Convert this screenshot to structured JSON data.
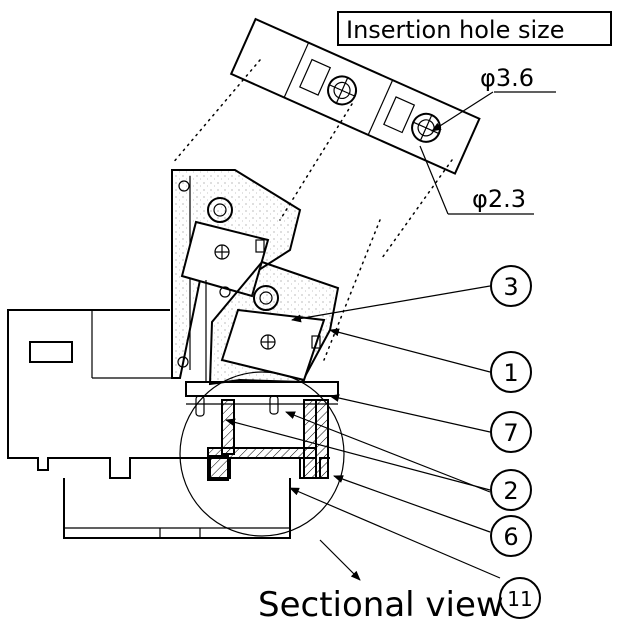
{
  "labels": {
    "insertion_hole_size": "Insertion hole size",
    "diameter_large": "φ3.6",
    "diameter_small": "φ2.3",
    "sectional_view": "Sectional view"
  },
  "callouts": [
    {
      "id": "callout-3",
      "text": "3"
    },
    {
      "id": "callout-1",
      "text": "1"
    },
    {
      "id": "callout-7",
      "text": "7"
    },
    {
      "id": "callout-2",
      "text": "2"
    },
    {
      "id": "callout-6",
      "text": "6"
    },
    {
      "id": "callout-11",
      "text": "11"
    }
  ]
}
